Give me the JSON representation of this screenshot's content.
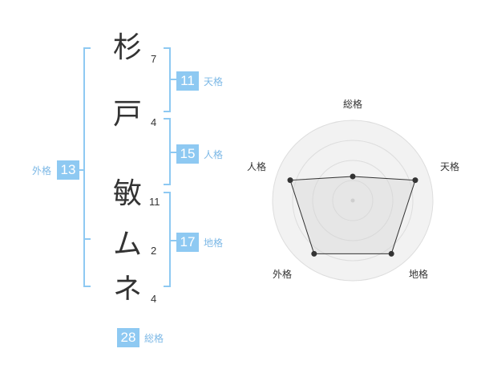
{
  "colors": {
    "accent": "#8ec9f2",
    "bracket": "#8ec9f2",
    "label": "#7cb8e6",
    "text": "#333333",
    "radar_ring_fill": "#f2f2f2",
    "radar_ring_stroke": "#dddddd",
    "radar_line": "#333333"
  },
  "characters": [
    {
      "char": "杉",
      "strokes": "7"
    },
    {
      "char": "戸",
      "strokes": "4"
    },
    {
      "char": "敏",
      "strokes": "11"
    },
    {
      "char": "ム",
      "strokes": "2"
    },
    {
      "char": "ネ",
      "strokes": "4"
    }
  ],
  "fortunes": {
    "tenkaku": {
      "value": "11",
      "label": "天格"
    },
    "jinkaku": {
      "value": "15",
      "label": "人格"
    },
    "chikaku": {
      "value": "17",
      "label": "地格"
    },
    "gaikaku": {
      "value": "13",
      "label": "外格"
    },
    "soukaku": {
      "value": "28",
      "label": "総格"
    }
  },
  "chart_data": {
    "type": "radar",
    "axes": [
      "総格",
      "天格",
      "地格",
      "外格",
      "人格"
    ],
    "values": [
      0.3,
      0.82,
      0.82,
      0.82,
      0.82
    ],
    "rings": 4,
    "range": [
      0,
      1
    ]
  }
}
